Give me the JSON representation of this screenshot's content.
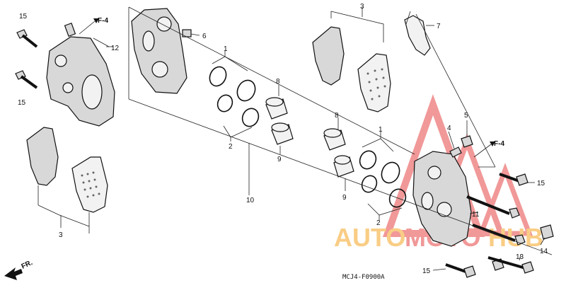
{
  "callouts": {
    "c1a": "1",
    "c1b": "1",
    "c2a": "2",
    "c2b": "2",
    "c3a": "3",
    "c3b": "3",
    "c4": "4",
    "c5": "5",
    "c6": "6",
    "c7": "7",
    "c8a": "8",
    "c8b": "8",
    "c9a": "9",
    "c9b": "9",
    "c10": "10",
    "c11": "11",
    "c12": "12",
    "c13": "13",
    "c14": "14",
    "c15a": "15",
    "c15b": "15",
    "c15c": "15",
    "c15d": "15"
  },
  "refs": {
    "f4_left": "F-4",
    "f4_right": "F-4"
  },
  "direction": {
    "fr": "FR."
  },
  "diagram_code": "MCJ4-F0900A",
  "watermark": {
    "auto": "AUTO",
    "moto": "MOTO",
    "hub": "HUB",
    "colors": {
      "orange": "#f5a623",
      "red": "#e64545"
    }
  }
}
